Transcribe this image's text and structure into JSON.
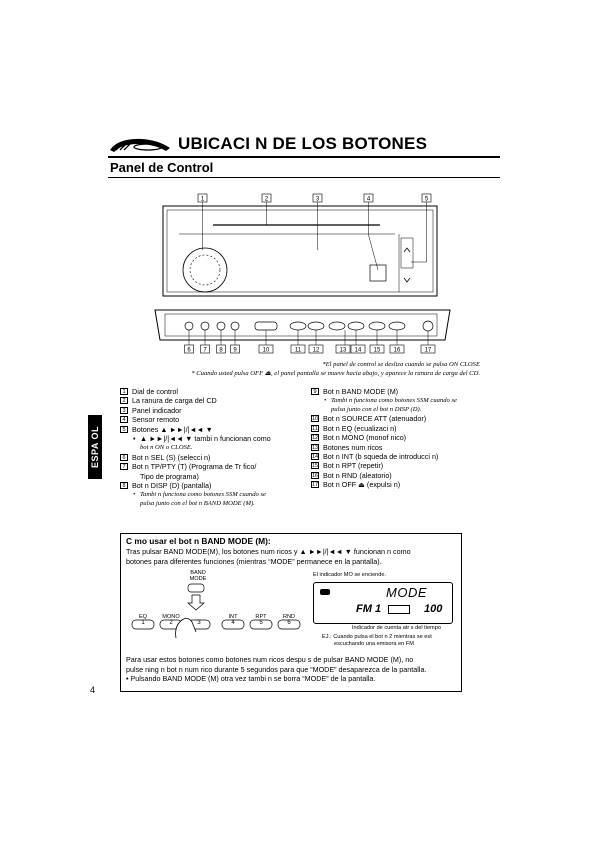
{
  "header": {
    "title": "UBICACI N DE LOS BOTONES",
    "subtitle": "Panel de Control"
  },
  "device": {
    "top_callouts": [
      "1",
      "2",
      "3",
      "4",
      "5"
    ],
    "bottom_callouts": [
      "6",
      "7",
      "8",
      "9",
      "10",
      "11",
      "12",
      "13",
      "14",
      "15",
      "16",
      "17"
    ]
  },
  "notes": [
    "*El panel de control se desliza cuando se pulsa ON CLOSE",
    "* Cuando usted pulsa OFF ⏏, el panel pantalla se mueve hacia abajo, y aparece la ranura de carga del CD."
  ],
  "side_tab": "ESPA OL",
  "legend_left": [
    {
      "num": "1",
      "text": "Dial de control"
    },
    {
      "num": "2",
      "text": "La ranura de carga del CD"
    },
    {
      "num": "3",
      "text": "Panel indicador"
    },
    {
      "num": "4",
      "text": "Sensor remoto"
    },
    {
      "num": "5",
      "text": "Botones ▲ ►►|/|◄◄ ▼"
    },
    {
      "bullet": "▲ ►►|/|◄◄ ▼ tambi n funcionan como",
      "cont": "bot n ON o CLOSE."
    },
    {
      "num": "6",
      "text": "Bot n SEL (S) (selecci n)"
    },
    {
      "num": "7",
      "text": "Bot n TP/PTY (T) (Programa de Tr fico/",
      "cont": "Tipo de programa)"
    },
    {
      "num": "8",
      "text": "Bot n DISP (D) (pantalla)"
    },
    {
      "bullet_italic": "Tambi n funciona como botones SSM cuando se",
      "cont_italic": "pulsa junto con el bot n BAND MODE (M)."
    }
  ],
  "legend_right": [
    {
      "num": "9",
      "text": "Bot n BAND MODE (M)"
    },
    {
      "bullet_italic": "Tambi n funciona como botones SSM cuando se",
      "cont_italic": "pulsa junto con el bot n DISP (D)."
    },
    {
      "num": "10",
      "text": "Bot n SOURCE ATT (atenuador)"
    },
    {
      "num": "11",
      "text": "Bot n EQ (ecualizaci n)"
    },
    {
      "num": "12",
      "text": "Bot n MONO (monof nico)"
    },
    {
      "num": "13",
      "text": "Botones num ricos"
    },
    {
      "num": "14",
      "text": "Bot n INT (b squeda de introducci n)"
    },
    {
      "num": "15",
      "text": "Bot n RPT (repetir)"
    },
    {
      "num": "16",
      "text": "Bot n RND (aleatorio)"
    },
    {
      "num": "17",
      "text": "Bot n OFF ⏏ (expulsi n)"
    }
  ],
  "box": {
    "heading": "C mo usar el bot n BAND MODE (M):",
    "intro": [
      "Tras pulsar BAND MODE(M), los botones num ricos y ▲ ►►|/|◄◄ ▼ funcionan n como",
      "botones para diferentes funciones (mientras “MODE” permanece en la pantalla)."
    ],
    "band_mode_label": "BAND\nMODE",
    "button_labels": [
      "EQ",
      "MONO",
      "",
      "INT",
      "RPT",
      "RND"
    ],
    "button_numbers": [
      "1",
      "2",
      "3",
      "4",
      "5",
      "6"
    ],
    "indicator_label": "El indicador MO se enciende.",
    "lcd_mode": "MODE",
    "lcd_band": "FM 1",
    "lcd_freq": "100",
    "timer_label": "Indicador de cuenta atr s del tiempo",
    "example_label": "EJ.: Cuando pulsa el bot n 2 mientras se est",
    "example_label2": "escuchando una emisora en FM",
    "outro": [
      "Para usar estos botones como botones num ricos despu s de pulsar BAND MODE (M), no",
      "pulse ning n bot n num rico durante 5 segundos para que “MODE” desaparezca de la pantalla."
    ],
    "outro_bullet": "Pulsando BAND MODE (M) otra vez tambi n se borra  “MODE” de la pantalla."
  },
  "page_number": "4"
}
